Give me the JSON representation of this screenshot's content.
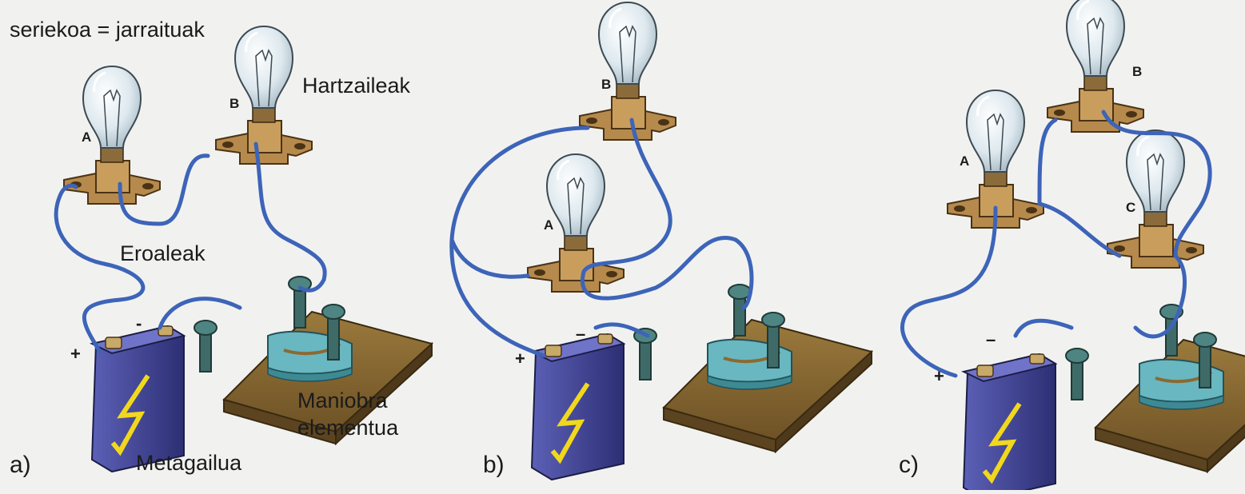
{
  "labels": {
    "title": "seriekoa = jarraituak",
    "receivers": "Hartzaileak",
    "conductors": "Eroaleak",
    "switch_line1": "Maniobra",
    "switch_line2": "elementua",
    "battery": "Metagailua"
  },
  "panels": {
    "a": {
      "tag": "a)",
      "bulbs": [
        "A",
        "B"
      ]
    },
    "b": {
      "tag": "b)",
      "bulbs": [
        "B",
        "A"
      ]
    },
    "c": {
      "tag": "c)",
      "bulbs": [
        "B",
        "A",
        "C"
      ]
    }
  },
  "terminals": {
    "plus": "+",
    "minus": "-",
    "minus_bold": "–"
  },
  "colors": {
    "wire": "#3d64b8",
    "socket": "#b58a4c",
    "battery": "#3f4290",
    "board": "#8a6a33",
    "switch_dial": "#69b7c0",
    "bolt": "#f1d81c",
    "bulb_glass": "#dde8ee"
  }
}
